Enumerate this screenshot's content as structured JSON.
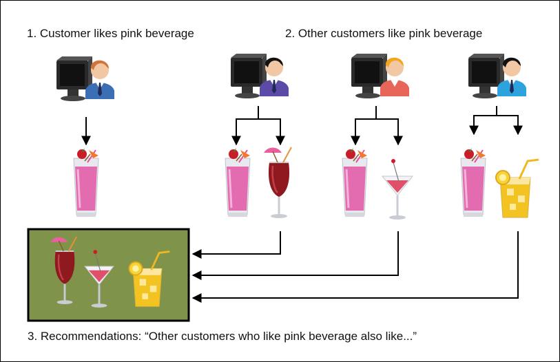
{
  "captions": {
    "step1": "1. Customer likes pink beverage",
    "step2": "2. Other customers like pink beverage",
    "step3": "3. Recommendations: “Other customers who like pink beverage also like...”"
  },
  "colors": {
    "frame": "#000000",
    "recommendation_panel": "#7f934a",
    "pink_drink": "#e36bb0",
    "red_wine_drink": "#8e1a20",
    "martini_drink": "#e0506a",
    "lemon_drink": "#f3c322",
    "shirt_blue": "#3b6fb5",
    "shirt_purple": "#5b4aa8",
    "shirt_coral": "#e8655a",
    "shirt_cyan": "#2ca3dd"
  },
  "customers": [
    {
      "id": "customer",
      "shirt": "blue",
      "hair": "ginger"
    },
    {
      "id": "other-customer-1",
      "shirt": "purple",
      "hair": "black"
    },
    {
      "id": "other-customer-2",
      "shirt": "coral",
      "hair": "blonde"
    },
    {
      "id": "other-customer-3",
      "shirt": "cyan",
      "hair": "black"
    }
  ],
  "icons": [
    "computer-user-icon",
    "pink-beverage-icon",
    "red-cocktail-icon",
    "martini-icon",
    "lemonade-icon",
    "arrow-icon"
  ]
}
